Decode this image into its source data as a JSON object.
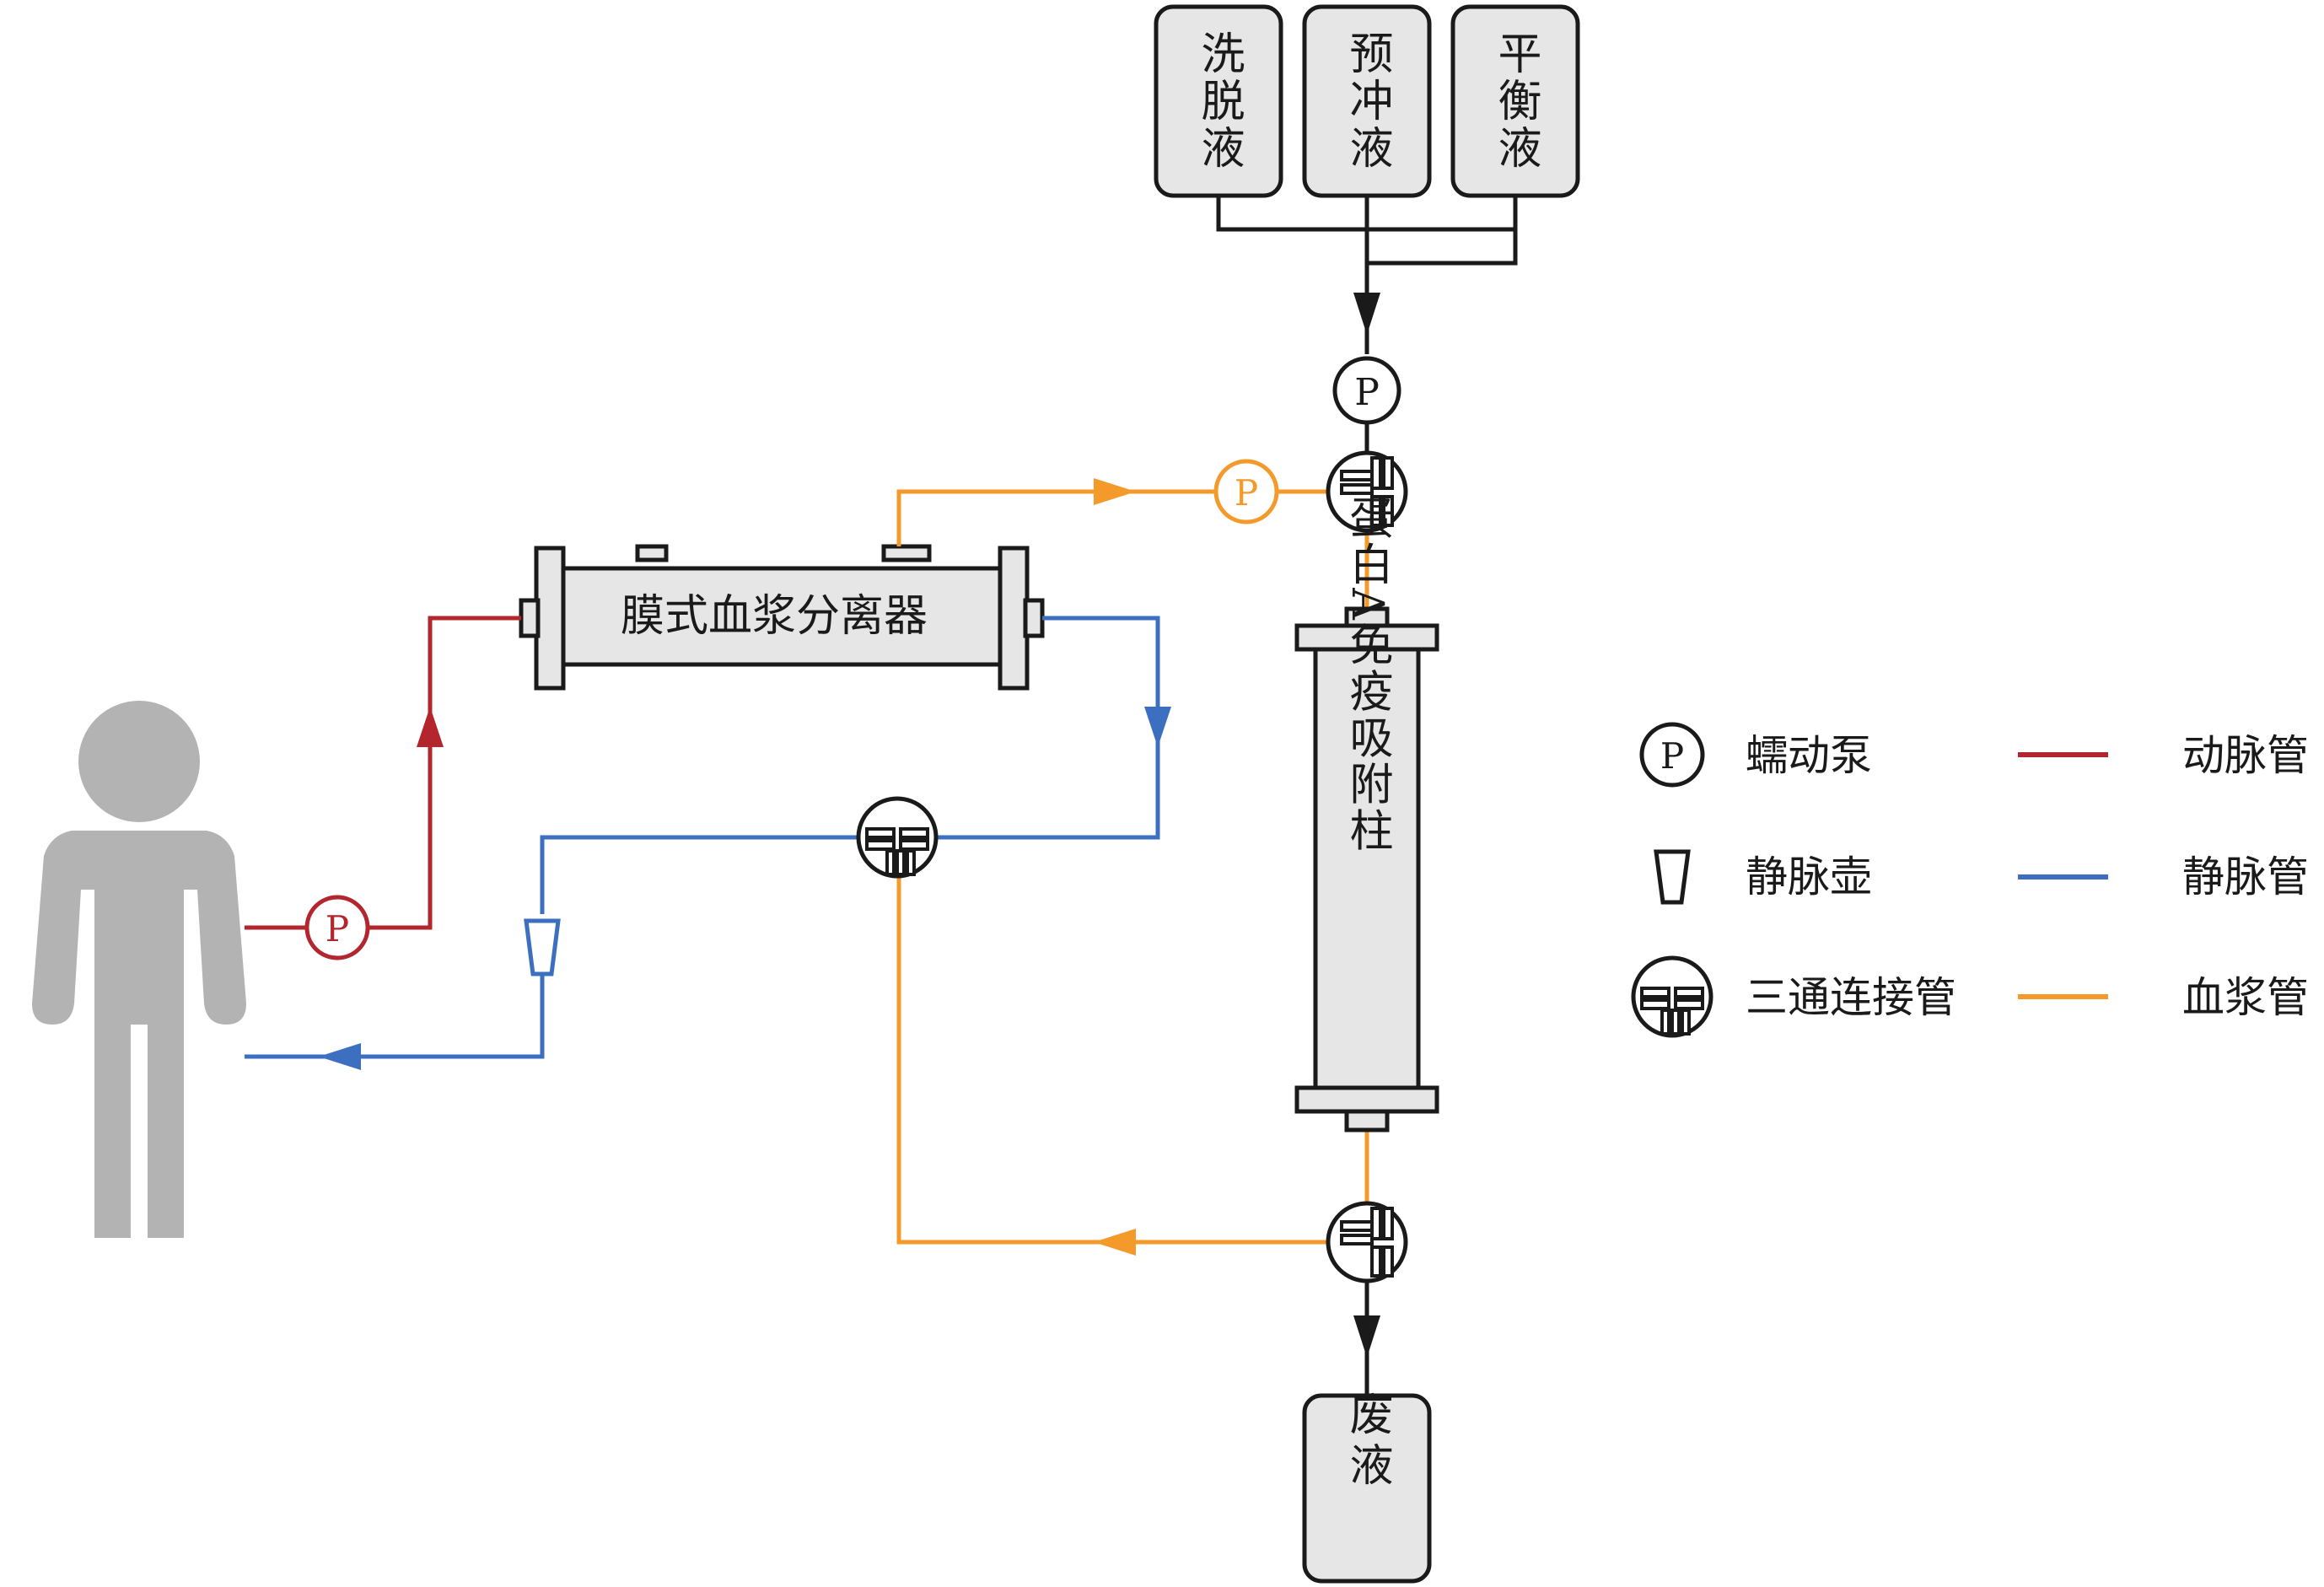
{
  "colors": {
    "artery": "#b3262d",
    "vein": "#3c6fbf",
    "plasma": "#f39a2b",
    "line": "#1a1a1a",
    "device_fill": "#e6e6e6",
    "person": "#b3b3b3"
  },
  "bottles": {
    "elution": "洗脱液",
    "prime": "预冲液",
    "balance": "平衡液",
    "waste": "废液"
  },
  "separator_label": "膜式血浆分离器",
  "column_label": "蛋白A免疫吸附柱",
  "pump_symbol": "P",
  "legend": {
    "pump": "蠕动泵",
    "drip": "静脉壶",
    "tee": "三通连接管",
    "artery": "动脉管",
    "vein": "静脉管",
    "plasma": "血浆管"
  }
}
